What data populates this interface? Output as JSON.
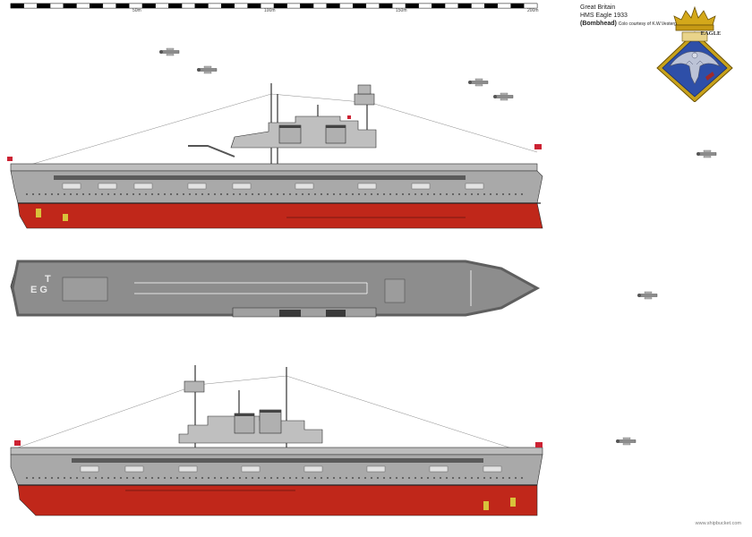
{
  "scale_bar": {
    "labels": [
      "50m",
      "100m",
      "150m",
      "200m"
    ],
    "colors": [
      "#000000",
      "#ffffff"
    ]
  },
  "info": {
    "country": "Great Britain",
    "ship": "HMS Eagle 1933",
    "credit_name": "(Bombhead)",
    "credit_rest": "Colo courtesy of K.W.Vestergaard"
  },
  "crest": {
    "name": "EAGLE",
    "colors": {
      "border": "#c8a21a",
      "field": "#2e4fa8",
      "crown": "#d4a81a",
      "eagle": "#bcc3d6"
    }
  },
  "deck_codes": {
    "left": "E G",
    "right": "T"
  },
  "watermark": "www.shipbucket.com",
  "palette": {
    "hull_grey": "#a9a9a9",
    "deck_grey": "#8d8d8d",
    "waterline_red": "#c0271a",
    "superstructure": "#bfbfbf",
    "outline": "#2b2b2b"
  }
}
